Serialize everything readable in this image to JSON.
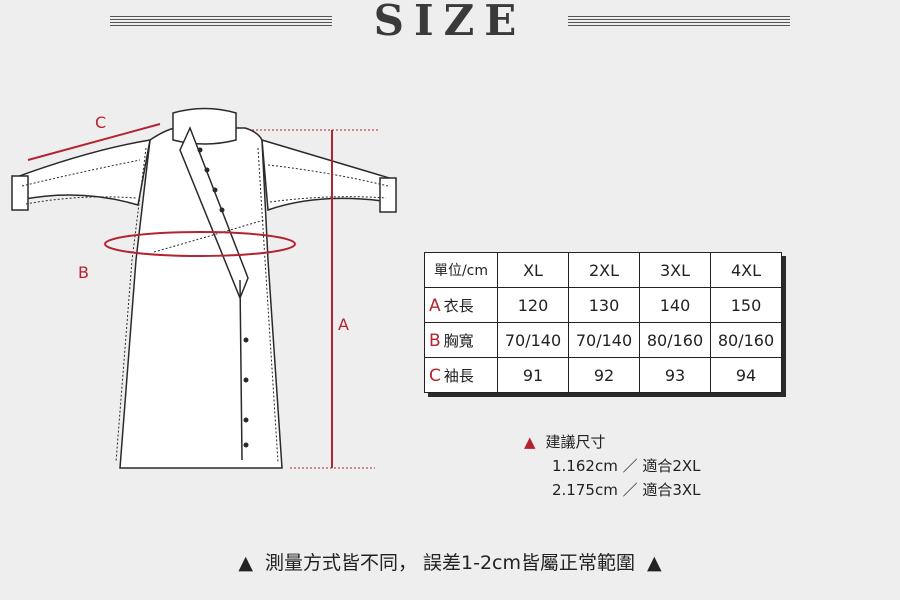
{
  "header": {
    "title": "SIZE"
  },
  "garment": {
    "labels": {
      "a": "A",
      "b": "B",
      "c": "C"
    },
    "colors": {
      "measure": "#b3242f",
      "outline": "#2a2a2a"
    }
  },
  "table": {
    "unit_label": "單位/cm",
    "columns": [
      "XL",
      "2XL",
      "3XL",
      "4XL"
    ],
    "rows": [
      {
        "letter": "A",
        "name": "衣長",
        "values": [
          "120",
          "130",
          "140",
          "150"
        ]
      },
      {
        "letter": "B",
        "name": "胸寬",
        "values": [
          "70/140",
          "70/140",
          "80/160",
          "80/160"
        ]
      },
      {
        "letter": "C",
        "name": "袖長",
        "values": [
          "91",
          "92",
          "93",
          "94"
        ]
      }
    ]
  },
  "suggestion": {
    "title": "建議尺寸",
    "lines": [
      "1.162cm ／ 適合2XL",
      "2.175cm ／ 適合3XL"
    ]
  },
  "footer": {
    "text": "測量方式皆不同， 誤差1-2cm皆屬正常範圍"
  }
}
